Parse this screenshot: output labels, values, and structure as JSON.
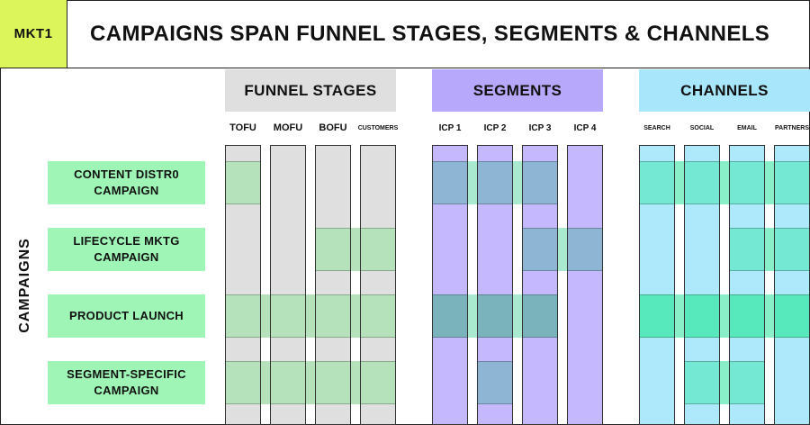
{
  "header": {
    "tag": "MKT1",
    "title": "CAMPAIGNS SPAN FUNNEL STAGES, SEGMENTS & CHANNELS"
  },
  "side_label": "CAMPAIGNS",
  "groups": [
    {
      "title": "FUNNEL STAGES",
      "header_bg": "#e0dfe0",
      "col_bg": "#e0dfe0",
      "columns": [
        "TOFU",
        "MOFU",
        "BOFU",
        "CUSTOMERS"
      ],
      "active": [
        [
          true,
          false,
          false,
          false
        ],
        [
          false,
          false,
          true,
          true
        ],
        [
          true,
          true,
          true,
          true
        ],
        [
          true,
          true,
          true,
          true
        ]
      ]
    },
    {
      "title": "SEGMENTS",
      "header_bg": "#b8a8fc",
      "col_bg": "#c6b8ff",
      "columns": [
        "ICP 1",
        "ICP 2",
        "ICP 3",
        "ICP 4"
      ],
      "active": [
        [
          true,
          true,
          true,
          false
        ],
        [
          false,
          false,
          true,
          true
        ],
        [
          true,
          true,
          true,
          false
        ],
        [
          false,
          true,
          false,
          false
        ]
      ]
    },
    {
      "title": "CHANNELS",
      "header_bg": "#a8e6fc",
      "col_bg": "#ade8fb",
      "columns": [
        "SEARCH",
        "SOCIAL",
        "EMAIL",
        "PARTNERS"
      ],
      "active": [
        [
          true,
          true,
          true,
          true
        ],
        [
          false,
          false,
          true,
          true
        ],
        [
          true,
          true,
          true,
          true
        ],
        [
          false,
          true,
          true,
          false
        ]
      ]
    }
  ],
  "campaigns": [
    {
      "label": "CONTENT DISTR0 CAMPAIGN"
    },
    {
      "label": "LIFECYCLE MKTG CAMPAIGN"
    },
    {
      "label": "PRODUCT LAUNCH"
    },
    {
      "label": "SEGMENT-SPECIFIC CAMPAIGN"
    }
  ],
  "colors": {
    "row_band": "#9ff5b5",
    "funnel_active": "#b5e2bb",
    "segment_active": "#8eb5d4",
    "segment_active_launch": "#7ab3bc",
    "channel_active": "#75e8d4",
    "channel_active_launch": "#57e8bb",
    "band_on_funnel": "#b5e2bb",
    "band_on_segment": "#a8e9d0",
    "band_on_channel": "#88efc8"
  }
}
